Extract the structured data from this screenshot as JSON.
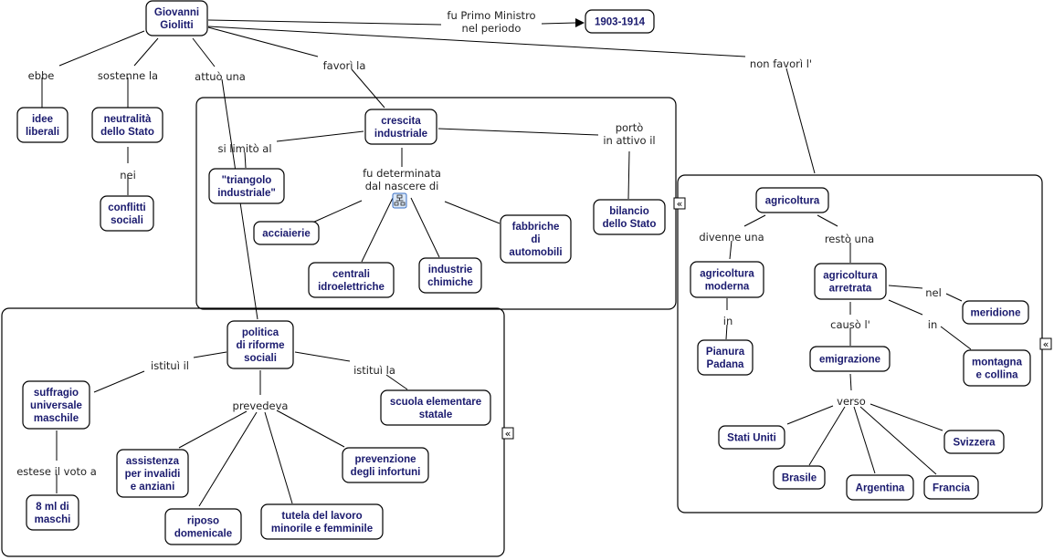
{
  "map_title": "Giovanni Giolitti",
  "colors": {
    "concept_text": "#1a1a6e",
    "link_text": "#222222",
    "line": "#000000",
    "background": "#ffffff"
  },
  "concepts": {
    "giolitti": [
      "Giovanni",
      "Giolitti"
    ],
    "period": [
      "1903-1914"
    ],
    "idee": [
      "idee",
      "liberali"
    ],
    "neutralita": [
      "neutralità",
      "dello Stato"
    ],
    "conflitti": [
      "conflitti",
      "sociali"
    ],
    "crescita": [
      "crescita",
      "industriale"
    ],
    "triangolo": [
      "\"triangolo",
      "industriale\""
    ],
    "acciaierie": [
      "acciaierie"
    ],
    "centrali": [
      "centrali",
      "idroelettriche"
    ],
    "chimiche": [
      "industrie",
      "chimiche"
    ],
    "fabbriche": [
      "fabbriche",
      "di",
      "automobili"
    ],
    "bilancio": [
      "bilancio",
      "dello Stato"
    ],
    "agricoltura": [
      "agricoltura"
    ],
    "agr_moderna": [
      "agricoltura",
      "moderna"
    ],
    "agr_arretrata": [
      "agricoltura",
      "arretrata"
    ],
    "pianura": [
      "Pianura",
      "Padana"
    ],
    "meridione": [
      "meridione"
    ],
    "montagna": [
      "montagna",
      "e collina"
    ],
    "emigrazione": [
      "emigrazione"
    ],
    "stati_uniti": [
      "Stati Uniti"
    ],
    "svizzera": [
      "Svizzera"
    ],
    "brasile": [
      "Brasile"
    ],
    "argentina": [
      "Argentina"
    ],
    "francia": [
      "Francia"
    ],
    "politica": [
      "politica",
      "di riforme",
      "sociali"
    ],
    "suffragio": [
      "suffragio",
      "universale",
      "maschile"
    ],
    "scuola": [
      "scuola elementare",
      "statale"
    ],
    "maschi": [
      "8 ml di",
      "maschi"
    ],
    "assistenza": [
      "assistenza",
      "per invalidi",
      "e anziani"
    ],
    "prevenzione": [
      "prevenzione",
      "degli infortuni"
    ],
    "riposo": [
      "riposo",
      "domenicale"
    ],
    "tutela": [
      "tutela del lavoro",
      "minorile e femminile"
    ]
  },
  "links": {
    "primo_ministro": [
      "fu Primo Ministro",
      "nel periodo"
    ],
    "ebbe": [
      "ebbe"
    ],
    "sostenne": [
      "sostenne la"
    ],
    "attuo": [
      "attuò una"
    ],
    "favori": [
      "favorì la"
    ],
    "non_favori": [
      "non  favorì l'"
    ],
    "nei": [
      "nei"
    ],
    "si_limito": [
      "si limitò al"
    ],
    "fu_determinata": [
      "fu determinata",
      "dal nascere di"
    ],
    "porto": [
      "portò",
      "in attivo il"
    ],
    "divenne": [
      "divenne una"
    ],
    "resto": [
      "restò una"
    ],
    "in_moderna": [
      "in"
    ],
    "nel": [
      "nel"
    ],
    "in_arretrata": [
      "in"
    ],
    "causo": [
      "causò l'"
    ],
    "verso": [
      "verso"
    ],
    "istitui_il": [
      "istituì il"
    ],
    "istitui_la": [
      "istituì la"
    ],
    "prevedeva": [
      "prevedeva"
    ],
    "estese": [
      "estese il voto a"
    ]
  },
  "icons": {
    "nested_map": "nested-map-icon",
    "collapse": "«"
  }
}
